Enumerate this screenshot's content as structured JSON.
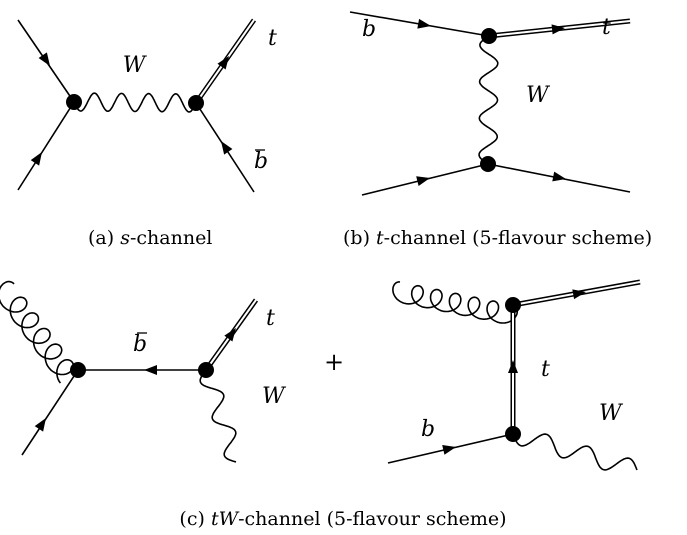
{
  "diagrams": {
    "a": {
      "boson_label": "W",
      "top_label": "t",
      "antib_label": "b",
      "caption": {
        "prefix": "(a) ",
        "italic": "s",
        "suffix": "-channel"
      }
    },
    "b": {
      "b_label": "b",
      "top_label": "t",
      "boson_label": "W",
      "caption": {
        "prefix": "(b) ",
        "italic": "t",
        "suffix": "-channel (5-flavour scheme)"
      }
    },
    "c": {
      "left": {
        "antib_label": "b",
        "top_label": "t",
        "boson_label": "W"
      },
      "plus": "+",
      "right": {
        "top_label": "t",
        "b_label": "b",
        "boson_label": "W"
      },
      "caption": {
        "prefix": "(c) ",
        "italic": "tW",
        "suffix": "-channel (5-flavour scheme)"
      }
    }
  }
}
